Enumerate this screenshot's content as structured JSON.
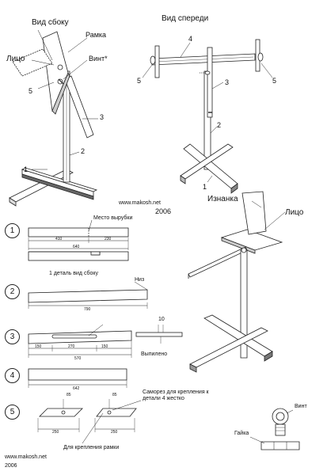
{
  "views": {
    "side_title": "Вид сбоку",
    "front_title": "Вид спереди"
  },
  "side_view": {
    "frame": "Рамка",
    "face": "Лицо",
    "screw": "Винт*",
    "part5": "5",
    "part3": "3",
    "part2": "2",
    "part1": "1"
  },
  "front_view": {
    "part4": "4",
    "part5_left": "5",
    "part5_right": "5",
    "part3": "3",
    "part2": "2",
    "part1": "1"
  },
  "watermark_mid": {
    "url": "www.makosh.net",
    "year": "2006"
  },
  "iso_view": {
    "back": "Изнанка",
    "face": "Лицо"
  },
  "part1": {
    "number": "1",
    "cutout_label": "Место вырубки",
    "dim_a": "410",
    "dim_b": "230",
    "dim_total": "640",
    "caption": "1 деталь вид сбоку"
  },
  "part2": {
    "number": "2",
    "bottom_label": "Низ",
    "dim_total": "790"
  },
  "part3": {
    "number": "3",
    "dim_a": "150",
    "dim_slot": "270",
    "dim_b": "150",
    "dim_total": "570",
    "dim_thickness": "10",
    "cut_label": "Выпилено"
  },
  "part4": {
    "number": "4",
    "dim_total": "642"
  },
  "part5": {
    "number": "5",
    "dim_small_left": "85",
    "dim_small_right": "85",
    "dim_left": "250",
    "dim_right": "250",
    "screw_note": "Саморез для крепления к детали 4 жестко",
    "frame_note": "Для крепления рамки"
  },
  "hardware": {
    "screw": "Винт",
    "nut": "Гайка"
  },
  "watermark_bottom": {
    "url": "www.makosh.net",
    "year": "2006"
  }
}
